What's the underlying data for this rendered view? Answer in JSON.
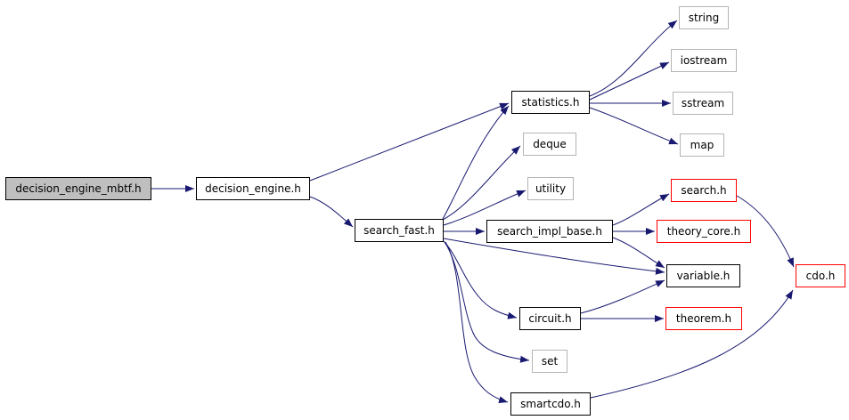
{
  "diagram": {
    "kind": "include-dependency-graph",
    "colors": {
      "background": "#ffffff",
      "edge": "#191970",
      "border": "#000000",
      "system_border": "#b4b4b4",
      "red_border": "#ff0000",
      "root_fill": "#bfbfbf",
      "node_fill": "#ffffff",
      "text": "#000000"
    },
    "nodes": {
      "decision_engine_mbtf": {
        "label": "decision_engine_mbtf.h",
        "style": "root"
      },
      "decision_engine": {
        "label": "decision_engine.h",
        "style": "normal"
      },
      "search_fast": {
        "label": "search_fast.h",
        "style": "normal"
      },
      "statistics": {
        "label": "statistics.h",
        "style": "normal"
      },
      "deque": {
        "label": "deque",
        "style": "system"
      },
      "utility": {
        "label": "utility",
        "style": "system"
      },
      "search_impl_base": {
        "label": "search_impl_base.h",
        "style": "normal"
      },
      "string": {
        "label": "string",
        "style": "system"
      },
      "iostream": {
        "label": "iostream",
        "style": "system"
      },
      "sstream": {
        "label": "sstream",
        "style": "system"
      },
      "map": {
        "label": "map",
        "style": "system"
      },
      "search": {
        "label": "search.h",
        "style": "red"
      },
      "theory_core": {
        "label": "theory_core.h",
        "style": "red"
      },
      "variable": {
        "label": "variable.h",
        "style": "normal"
      },
      "cdo": {
        "label": "cdo.h",
        "style": "red"
      },
      "circuit": {
        "label": "circuit.h",
        "style": "normal"
      },
      "theorem": {
        "label": "theorem.h",
        "style": "red"
      },
      "set": {
        "label": "set",
        "style": "system"
      },
      "smartcdo": {
        "label": "smartcdo.h",
        "style": "normal"
      }
    },
    "edges": [
      {
        "from": "decision_engine_mbtf",
        "to": "decision_engine"
      },
      {
        "from": "decision_engine",
        "to": "statistics"
      },
      {
        "from": "decision_engine",
        "to": "search_fast"
      },
      {
        "from": "search_fast",
        "to": "statistics"
      },
      {
        "from": "search_fast",
        "to": "deque"
      },
      {
        "from": "search_fast",
        "to": "utility"
      },
      {
        "from": "search_fast",
        "to": "search_impl_base"
      },
      {
        "from": "search_fast",
        "to": "variable"
      },
      {
        "from": "search_fast",
        "to": "circuit"
      },
      {
        "from": "search_fast",
        "to": "set"
      },
      {
        "from": "search_fast",
        "to": "smartcdo"
      },
      {
        "from": "statistics",
        "to": "string"
      },
      {
        "from": "statistics",
        "to": "iostream"
      },
      {
        "from": "statistics",
        "to": "sstream"
      },
      {
        "from": "statistics",
        "to": "map"
      },
      {
        "from": "search_impl_base",
        "to": "search"
      },
      {
        "from": "search_impl_base",
        "to": "theory_core"
      },
      {
        "from": "search_impl_base",
        "to": "variable"
      },
      {
        "from": "search",
        "to": "cdo"
      },
      {
        "from": "circuit",
        "to": "variable"
      },
      {
        "from": "circuit",
        "to": "theorem"
      },
      {
        "from": "smartcdo",
        "to": "cdo"
      }
    ]
  }
}
